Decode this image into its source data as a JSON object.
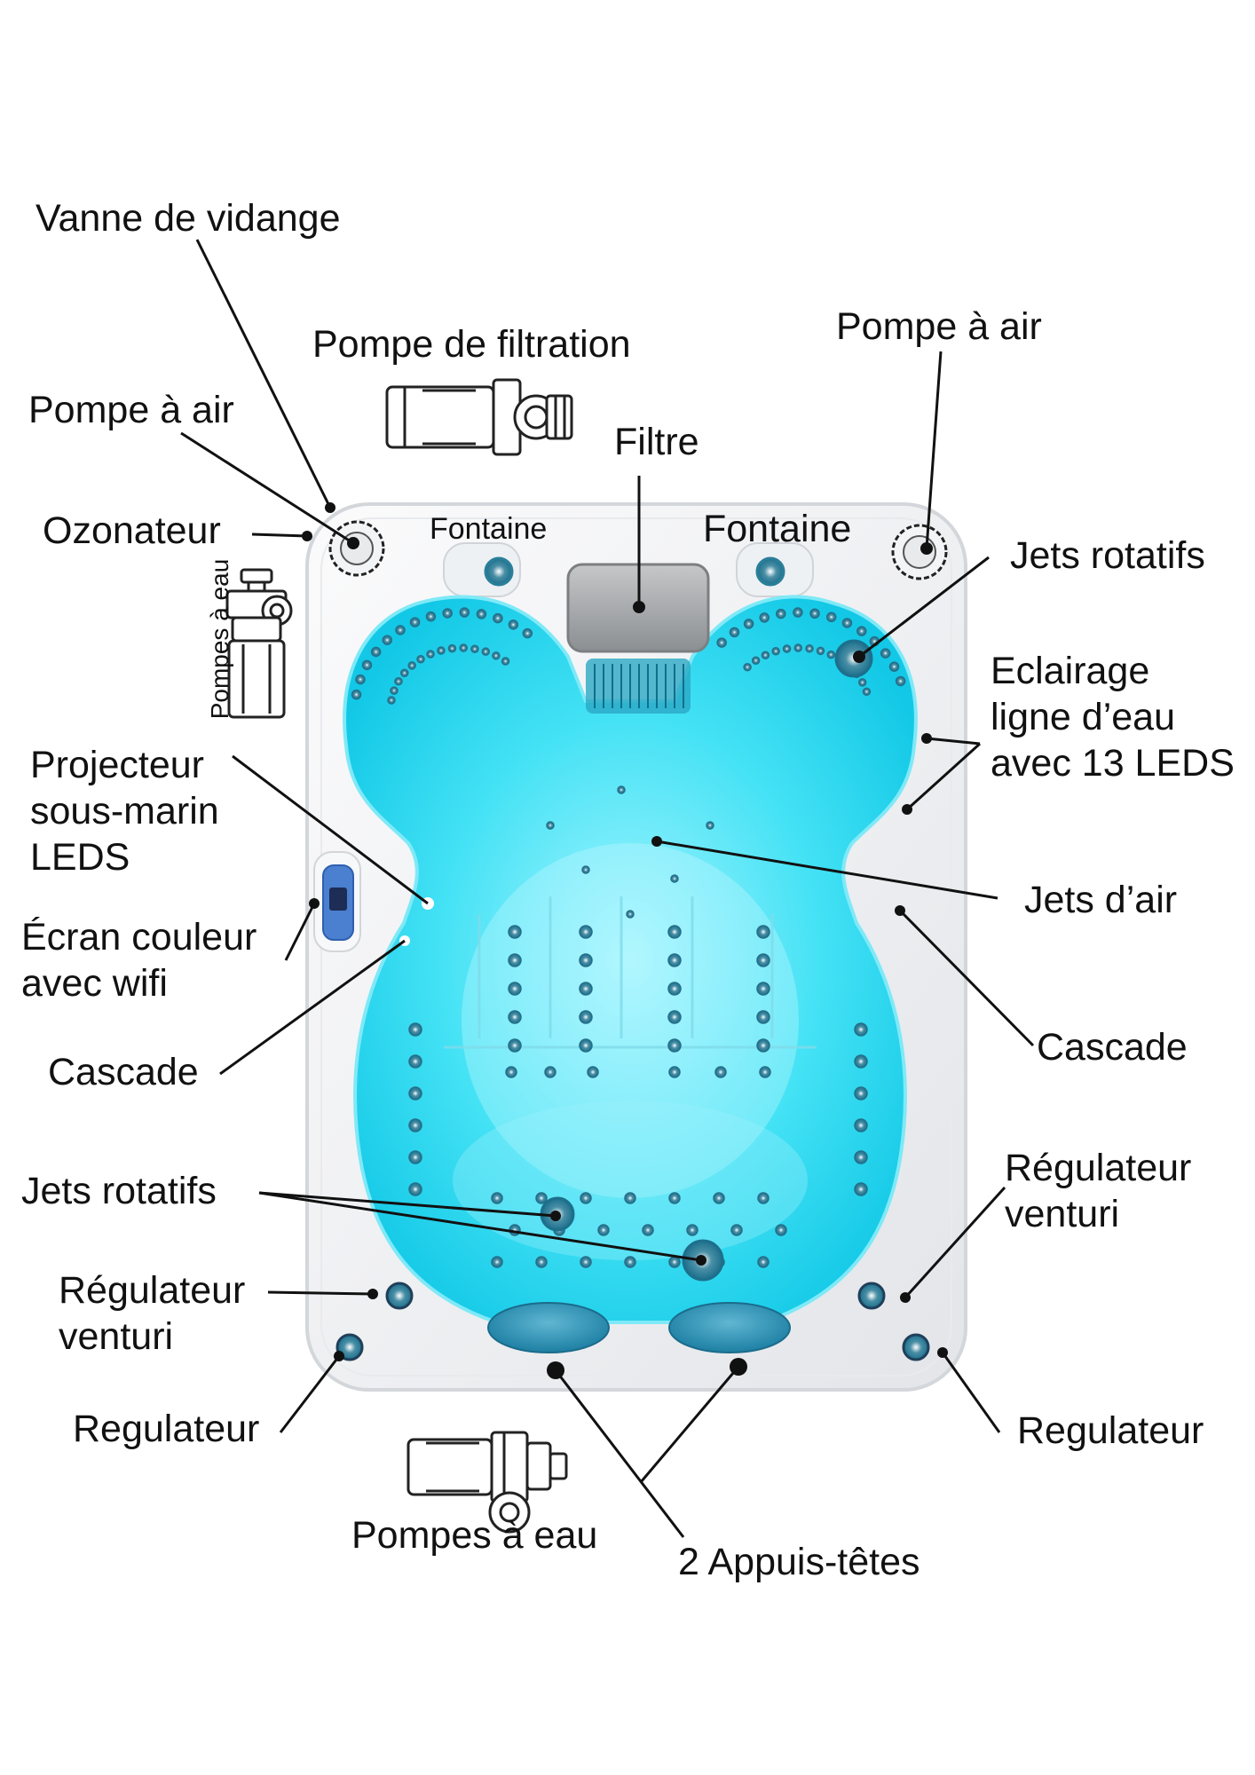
{
  "title": "",
  "labels": {
    "vanne_vidange": "Vanne de vidange",
    "pompe_filtration": "Pompe de filtration",
    "pompe_air_left": "Pompe à air",
    "pompe_air_right": "Pompe à air",
    "filtre": "Filtre",
    "ozonateur": "Ozonateur",
    "fontaine_left": "Fontaine",
    "fontaine_right": "Fontaine",
    "jets_rotatifs_top": "Jets rotatifs",
    "pompes_eau_vertical": "Pompes à eau",
    "eclairage_1": "Eclairage",
    "eclairage_2": "ligne d’eau",
    "eclairage_3": "avec 13 LEDS",
    "projecteur_1": "Projecteur",
    "projecteur_2": "sous-marin",
    "projecteur_3": "LEDS",
    "jets_air": "Jets d’air",
    "ecran_1": "Écran couleur",
    "ecran_2": "avec wifi",
    "cascade_left": "Cascade",
    "cascade_right": "Cascade",
    "regulateur_venturi_right_1": "Régulateur",
    "regulateur_venturi_right_2": "venturi",
    "jets_rotatifs_bottom": "Jets rotatifs",
    "regulateur_venturi_left_1": "Régulateur",
    "regulateur_venturi_left_2": "venturi",
    "regulateur_left": "Regulateur",
    "regulateur_right": "Regulateur",
    "pompes_eau_bottom": "Pompes à eau",
    "appuis_tetes": "2 Appuis-têtes"
  },
  "colors": {
    "water": "#3fe3f5",
    "water_light": "#b8f6ff",
    "shell": "#f2f3f5",
    "shell_edge": "#d7d9dd",
    "line": "#111111",
    "filter": "#9b9d9f"
  }
}
